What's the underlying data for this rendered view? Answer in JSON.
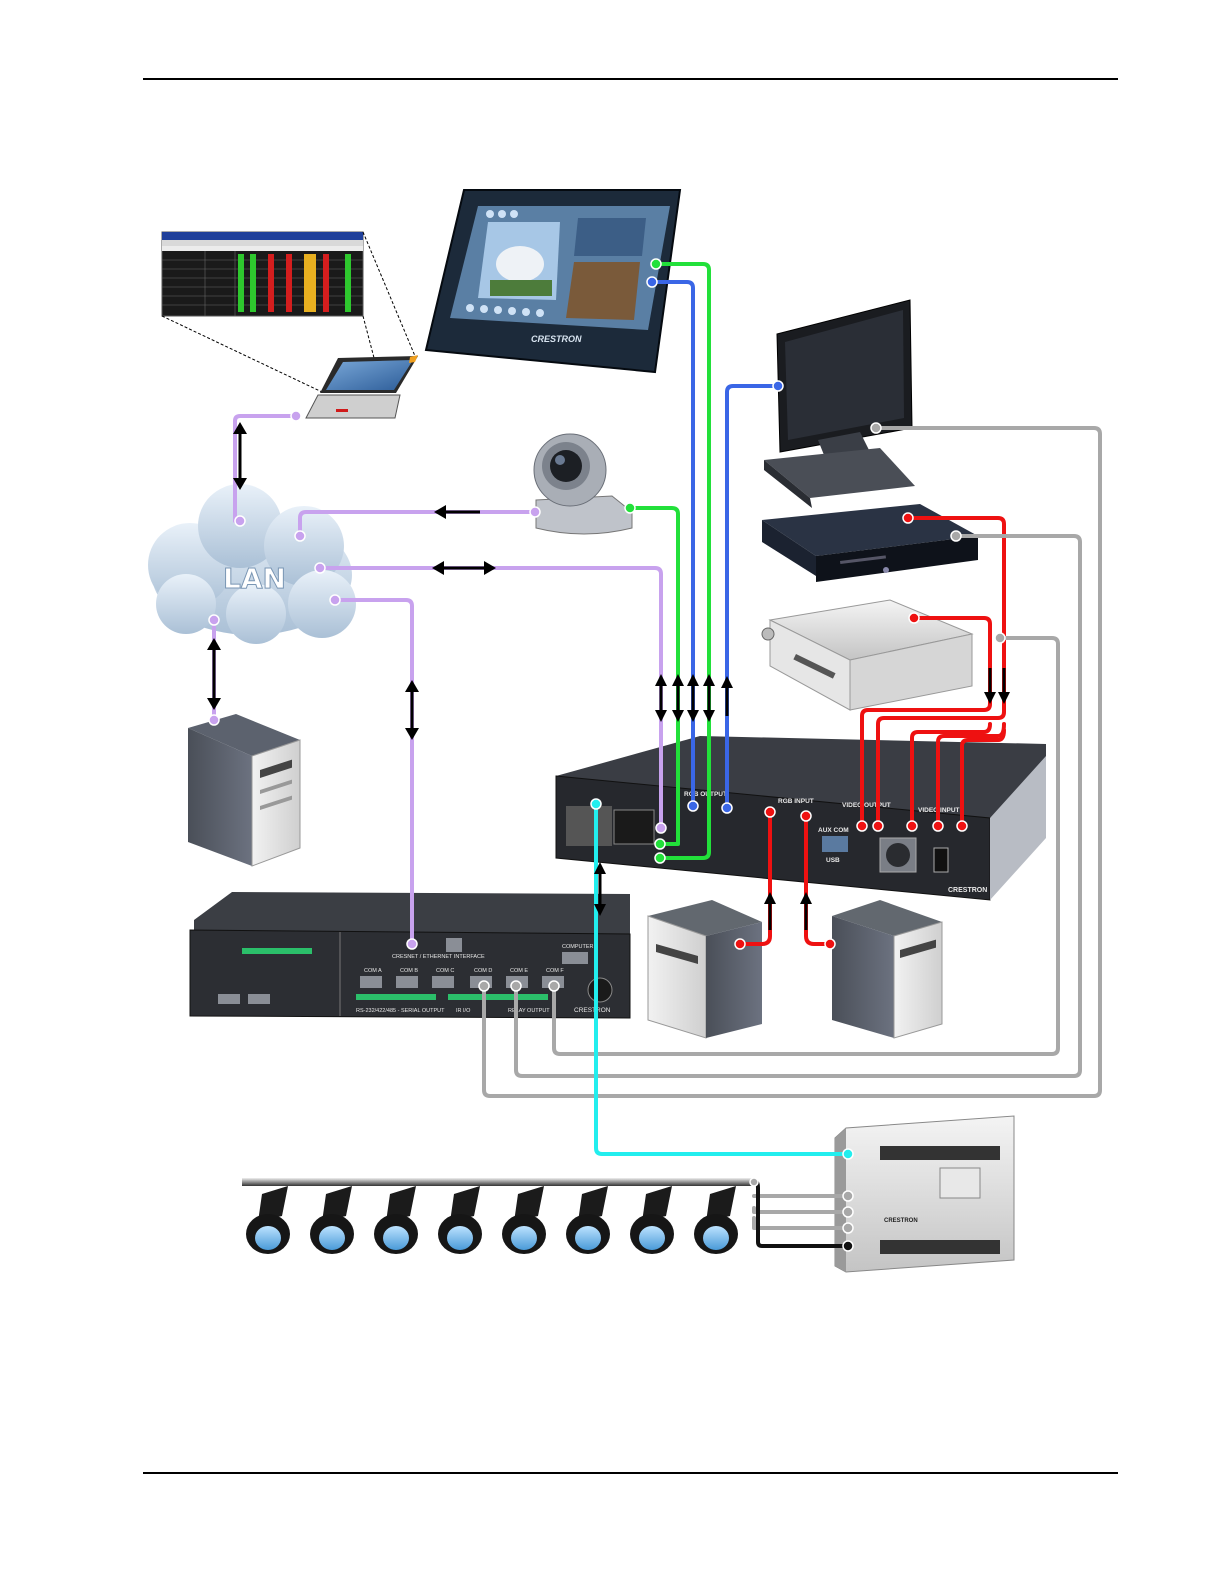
{
  "lan_label": "LAN",
  "brand": {
    "panel_logo": "CRESTRON",
    "processor_logo": "CRESTRON",
    "control_logo": "CRESTRON",
    "dimmer_logo": "CRESTRON"
  },
  "processor_labels": {
    "rgb_output": "RGB OUTPUT",
    "rgb_input": "RGB INPUT",
    "video_output": "VIDEO OUTPUT",
    "video_input": "VIDEO INPUT",
    "aux_com": "AUX COM",
    "usb": "USB"
  },
  "control_labels": {
    "net": "CRESNET / ETHERNET INTERFACE",
    "com_a": "COM A",
    "com_b": "COM B",
    "com_c": "COM C",
    "com_d": "COM D",
    "com_e": "COM E",
    "com_f": "COM F",
    "computer": "COMPUTER",
    "serial_output": "RS-232/422/485 - SERIAL OUTPUT",
    "io": "IR I/O",
    "relay_output": "RELAY OUTPUT"
  },
  "colors": {
    "lan": "#c8a2ee",
    "touchpanel_green": "#22e03a",
    "touchpanel_blue": "#3a66e6",
    "video_red": "#ee1111",
    "control_gray": "#a8a8a8",
    "lighting_cyan": "#22eeee",
    "arrow": "#000000"
  },
  "icons": {
    "laptop": "laptop-icon",
    "touchpanel": "touchpanel-icon",
    "camera": "ptz-camera-icon",
    "monitor": "monitor-icon",
    "dvd": "dvd-player-icon",
    "vcr": "vcr-icon",
    "server": "server-tower-icon",
    "pc": "pc-tower-icon",
    "lights": "track-light-icon",
    "dimmer": "dimmer-panel-icon"
  }
}
